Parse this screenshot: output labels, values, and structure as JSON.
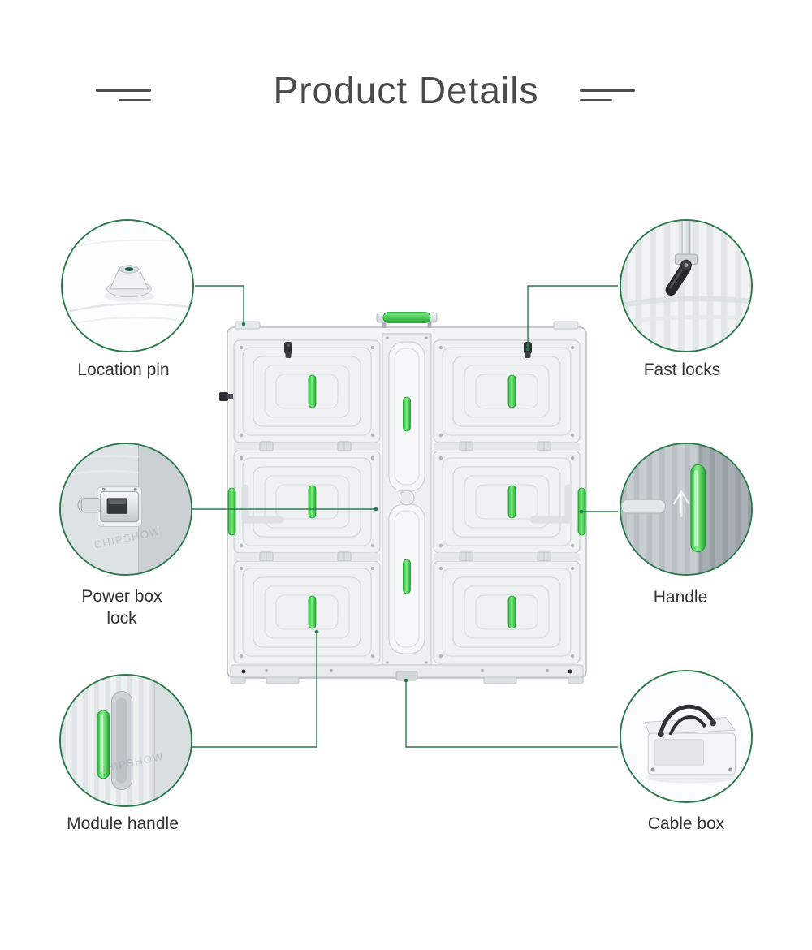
{
  "page": {
    "title": "Product Details"
  },
  "colors": {
    "accent_green": "#2b7a4b",
    "handle_green": "#3ecb44",
    "title_text": "#4a4a4a",
    "label_text": "#333333"
  },
  "watermark": "CHIPSHOW",
  "callouts": [
    {
      "id": "location-pin",
      "label": "Location pin",
      "icon": "location-pin-closeup-icon"
    },
    {
      "id": "fast-locks",
      "label": "Fast locks",
      "icon": "fast-lock-closeup-icon"
    },
    {
      "id": "power-box-lock",
      "label": "Power box lock",
      "icon": "power-box-lock-closeup-icon"
    },
    {
      "id": "handle",
      "label": "Handle",
      "icon": "handle-closeup-icon"
    },
    {
      "id": "module-handle",
      "label": "Module handle",
      "icon": "module-handle-closeup-icon"
    },
    {
      "id": "cable-box",
      "label": "Cable box",
      "icon": "cable-box-closeup-icon"
    }
  ]
}
